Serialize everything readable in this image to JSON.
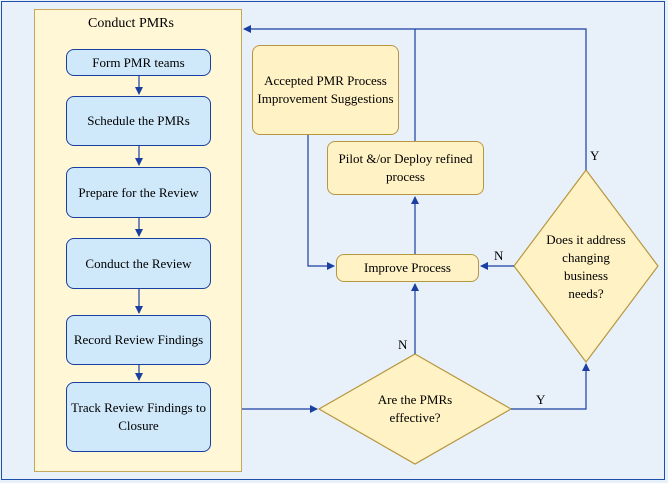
{
  "panel": {
    "title": "Conduct PMRs"
  },
  "steps": [
    "Form PMR teams",
    "Schedule the PMRs",
    "Prepare for the Review",
    "Conduct the Review",
    "Record Review Findings",
    "Track Review Findings to Closure"
  ],
  "nodes": {
    "accepted": "Accepted PMR Process Improvement Suggestions",
    "pilot": "Pilot &/or Deploy refined process",
    "improve": "Improve Process",
    "decision_effective": "Are the PMRs effective?",
    "decision_business": "Does it address changing business needs?"
  },
  "edge_labels": {
    "effective_no": "N",
    "effective_yes": "Y",
    "business_no": "N",
    "business_yes": "Y"
  },
  "colors": {
    "arrow": "#1a3fa0",
    "step_fill": "#cfe9fb",
    "cream_fill": "#fff2c4",
    "panel_fill": "#fff7d6",
    "background": "#e8f1fa"
  }
}
